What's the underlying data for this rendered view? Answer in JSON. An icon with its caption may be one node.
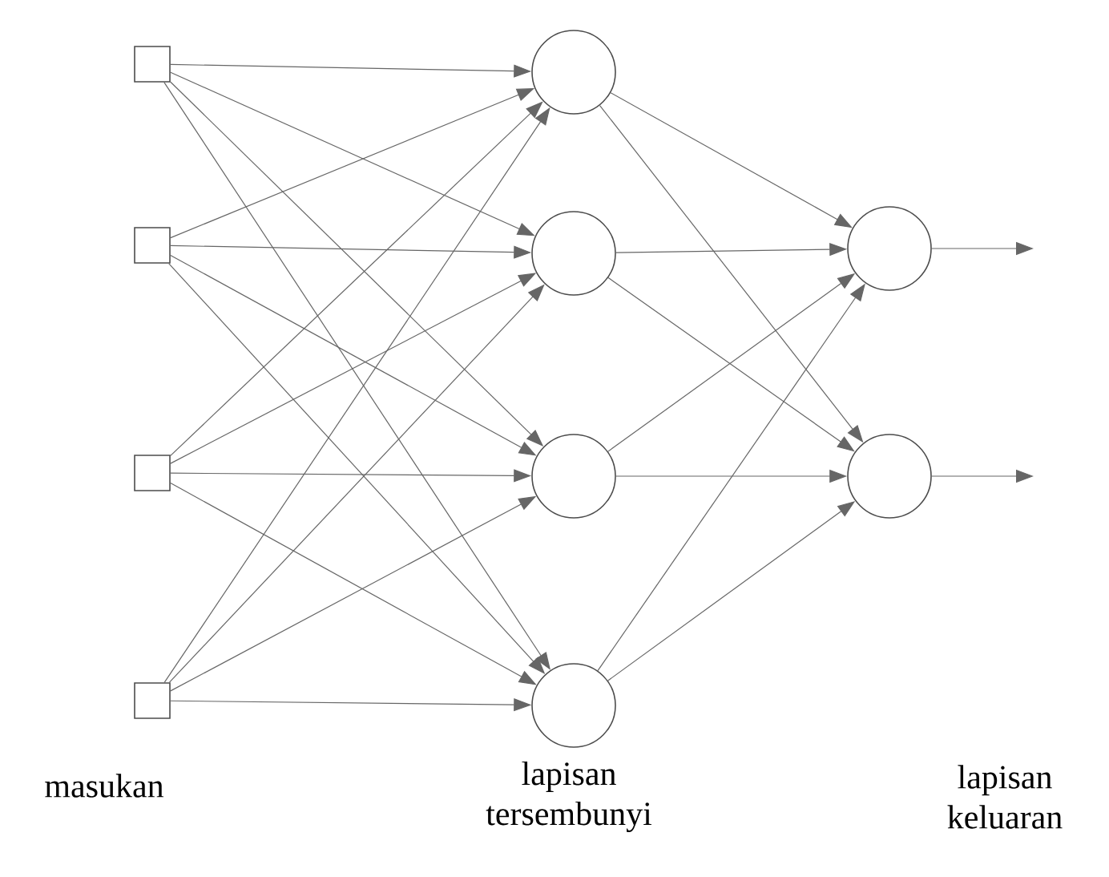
{
  "diagram": {
    "nodes": [
      {
        "text": [],
        "shape": "box"
      },
      {
        "text": [],
        "shape": "box"
      },
      {
        "text": [],
        "shape": "box"
      },
      {
        "text": [],
        "shape": "box"
      },
      {
        "text": [],
        "shape": "circle"
      },
      {
        "text": [],
        "shape": "circle"
      },
      {
        "text": [],
        "shape": "circle"
      },
      {
        "text": [],
        "shape": "circle"
      },
      {
        "text": [],
        "shape": "circle"
      },
      {
        "text": [],
        "shape": "circle"
      }
    ],
    "edges": [
      {
        "from": 0,
        "to": 4,
        "arrow": "to"
      },
      {
        "from": 0,
        "to": 5,
        "arrow": "to"
      },
      {
        "from": 0,
        "to": 6,
        "arrow": "to"
      },
      {
        "from": 0,
        "to": 7,
        "arrow": "to"
      },
      {
        "from": 1,
        "to": 4,
        "arrow": "to"
      },
      {
        "from": 1,
        "to": 5,
        "arrow": "to"
      },
      {
        "from": 1,
        "to": 6,
        "arrow": "to"
      },
      {
        "from": 1,
        "to": 7,
        "arrow": "to"
      },
      {
        "from": 2,
        "to": 4,
        "arrow": "to"
      },
      {
        "from": 2,
        "to": 5,
        "arrow": "to"
      },
      {
        "from": 2,
        "to": 6,
        "arrow": "to"
      },
      {
        "from": 2,
        "to": 7,
        "arrow": "to"
      },
      {
        "from": 3,
        "to": 4,
        "arrow": "to"
      },
      {
        "from": 3,
        "to": 5,
        "arrow": "to"
      },
      {
        "from": 3,
        "to": 6,
        "arrow": "to"
      },
      {
        "from": 3,
        "to": 7,
        "arrow": "to"
      },
      {
        "from": 4,
        "to": 8,
        "arrow": "to"
      },
      {
        "from": 4,
        "to": 9,
        "arrow": "to"
      },
      {
        "from": 5,
        "to": 8,
        "arrow": "to"
      },
      {
        "from": 5,
        "to": 9,
        "arrow": "to"
      },
      {
        "from": 6,
        "to": 8,
        "arrow": "to"
      },
      {
        "from": 6,
        "to": 9,
        "arrow": "to"
      },
      {
        "from": 7,
        "to": 8,
        "arrow": "to"
      },
      {
        "from": 7,
        "to": 9,
        "arrow": "to"
      },
      {
        "from": 8,
        "to": null,
        "arrow": "to"
      },
      {
        "from": 9,
        "to": null,
        "arrow": "to"
      }
    ],
    "labels": [
      "masukan",
      "lapisan tersembunyi",
      "lapisan keluaran"
    ]
  }
}
